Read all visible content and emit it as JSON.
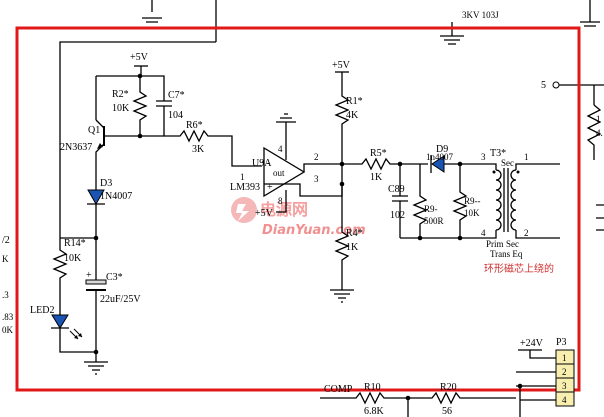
{
  "components": {
    "q1": {
      "ref": "Q1",
      "part": "2N3637"
    },
    "r2": {
      "ref": "R2*",
      "value": "10K"
    },
    "c7": {
      "ref": "C7*",
      "value": "104"
    },
    "r6": {
      "ref": "R6*",
      "value": "3K"
    },
    "d3": {
      "ref": "D3",
      "part": "1N4007"
    },
    "r14": {
      "ref": "R14*",
      "value": "10K"
    },
    "c3": {
      "ref": "C3*",
      "value": "22uF/25V"
    },
    "led2": {
      "ref": "LED2"
    },
    "u9a": {
      "ref": "U9A",
      "part": "LM393",
      "out": "out",
      "pin1": "1",
      "pin2": "2",
      "pin3": "3",
      "pin4": "4",
      "pin8": "8",
      "minus": "-",
      "plus": "+"
    },
    "r1": {
      "ref": "R1*",
      "value": "4K"
    },
    "r4": {
      "ref": "R4*",
      "value": "1K"
    },
    "r5": {
      "ref": "R5*",
      "value": "1K"
    },
    "c89": {
      "ref": "C89",
      "value": "102"
    },
    "r9a": {
      "ref": "R9-",
      "value": "500R"
    },
    "r9b": {
      "ref": "R9--",
      "value": "10K"
    },
    "d9": {
      "ref": "D9",
      "part": "1n4007"
    },
    "t3": {
      "ref": "T3*",
      "prim": "Prim",
      "sec": "Sec",
      "name": "Trans Eq",
      "p1": "1",
      "p2": "2",
      "p3": "3",
      "p4": "4"
    },
    "r10": {
      "ref": "R10",
      "value": "6.8K"
    },
    "r20": {
      "ref": "R20",
      "value": "56"
    },
    "p3": {
      "ref": "P3",
      "pins": [
        "1",
        "2",
        "3",
        "4"
      ]
    }
  },
  "supplies": {
    "v5_a": "+5V",
    "v5_b": "+5V",
    "v5_c": "+5V",
    "v24": "+24V"
  },
  "nets": {
    "comp": "COMP",
    "node5": "5"
  },
  "note": "环形磁芯上绕的",
  "watermark": {
    "cn": "电源网",
    "en": "DianYuan.com"
  },
  "edge_fragments": {
    "left_a": "/2",
    "left_b": "K",
    "left_c": ".3",
    "left_d": ".83",
    "left_e": "0K",
    "top_right": "3KV  103J",
    "right_a": "1",
    "right_b": "4."
  },
  "colors": {
    "border": "#e01818",
    "watermark": "#f19090",
    "pin_header": "#f8eeb0",
    "note": "#d03030"
  }
}
